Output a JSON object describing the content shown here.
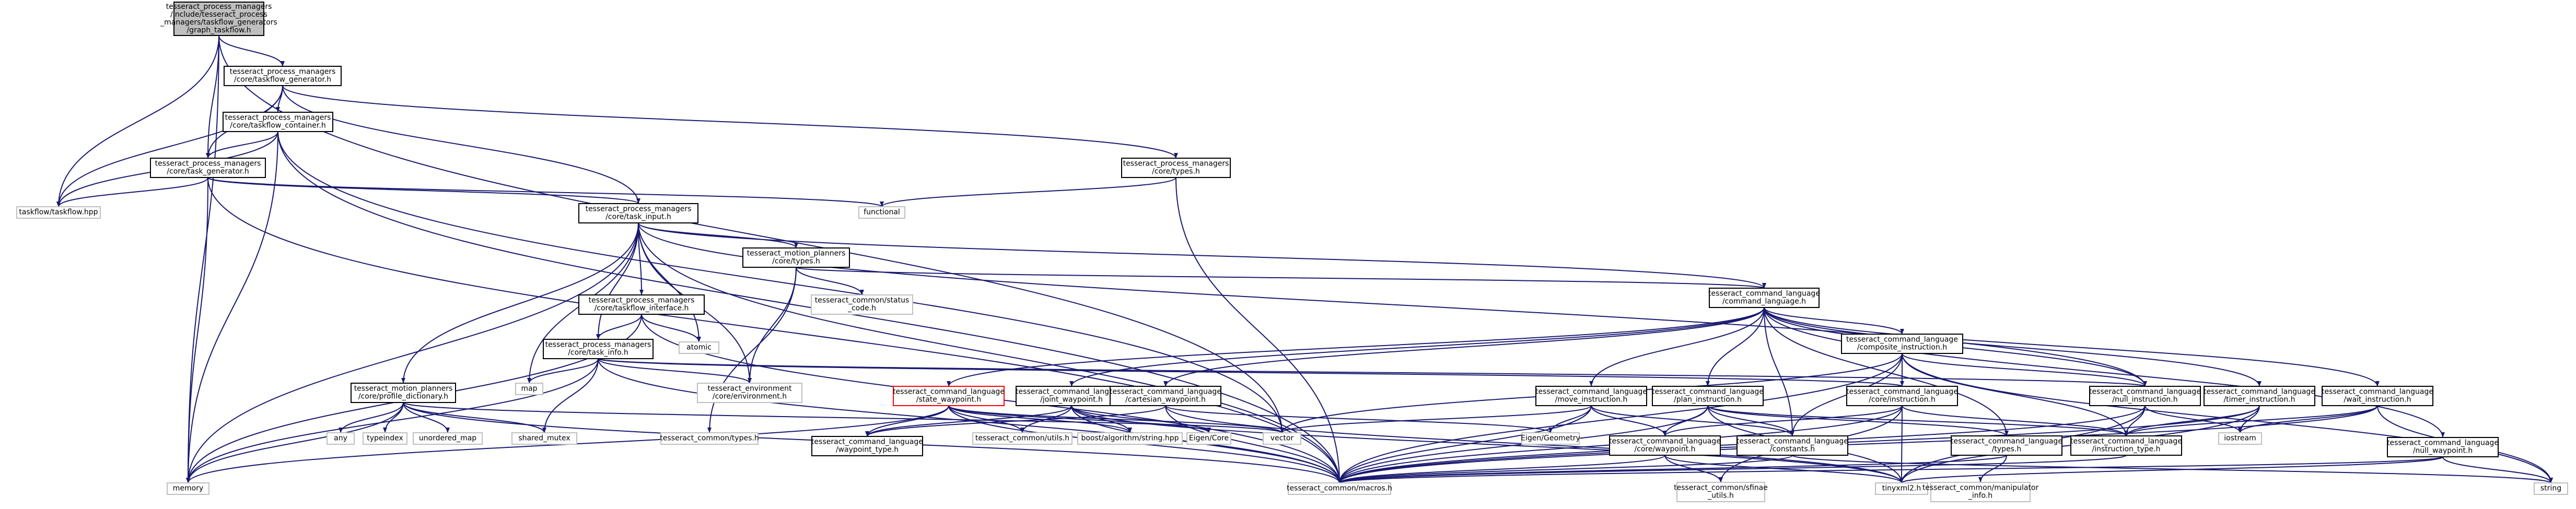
{
  "graph": {
    "title_nodes": "include dependency graph",
    "edge_color": "#191970",
    "root_fill": "#bfbfbf",
    "nodes": [
      {
        "id": "root",
        "kind": "root",
        "lines": [
          "tesseract_process_managers",
          "/include/tesseract_process",
          "_managers/taskflow_generators",
          "/graph_taskflow.h"
        ]
      },
      {
        "id": "taskflow_gen",
        "kind": "doc",
        "lines": [
          "tesseract_process_managers",
          "/core/taskflow_generator.h"
        ]
      },
      {
        "id": "taskflow_container",
        "kind": "doc",
        "lines": [
          "tesseract_process_managers",
          "/core/taskflow_container.h"
        ]
      },
      {
        "id": "task_generator",
        "kind": "doc",
        "lines": [
          "tesseract_process_managers",
          "/core/task_generator.h"
        ]
      },
      {
        "id": "taskflow_hpp",
        "kind": "ext",
        "lines": [
          "taskflow/taskflow.hpp"
        ]
      },
      {
        "id": "functional",
        "kind": "ext",
        "lines": [
          "functional"
        ]
      },
      {
        "id": "core_types",
        "kind": "doc",
        "lines": [
          "tesseract_process_managers",
          "/core/types.h"
        ]
      },
      {
        "id": "task_input",
        "kind": "doc",
        "lines": [
          "tesseract_process_managers",
          "/core/task_input.h"
        ]
      },
      {
        "id": "mp_types",
        "kind": "doc",
        "lines": [
          "tesseract_motion_planners",
          "/core/types.h"
        ]
      },
      {
        "id": "status_code",
        "kind": "ext",
        "lines": [
          "tesseract_common/status",
          "_code.h"
        ]
      },
      {
        "id": "tf_interface",
        "kind": "doc",
        "lines": [
          "tesseract_process_managers",
          "/core/taskflow_interface.h"
        ]
      },
      {
        "id": "atomic",
        "kind": "ext",
        "lines": [
          "atomic"
        ]
      },
      {
        "id": "task_info",
        "kind": "doc",
        "lines": [
          "tesseract_process_managers",
          "/core/task_info.h"
        ]
      },
      {
        "id": "map",
        "kind": "ext",
        "lines": [
          "map"
        ]
      },
      {
        "id": "env",
        "kind": "ext",
        "lines": [
          "tesseract_environment",
          "/core/environment.h"
        ]
      },
      {
        "id": "profile_dict",
        "kind": "doc",
        "lines": [
          "tesseract_motion_planners",
          "/core/profile_dictionary.h"
        ]
      },
      {
        "id": "any",
        "kind": "ext",
        "lines": [
          "any"
        ]
      },
      {
        "id": "typeindex",
        "kind": "ext",
        "lines": [
          "typeindex"
        ]
      },
      {
        "id": "unordered_map",
        "kind": "ext",
        "lines": [
          "unordered_map"
        ]
      },
      {
        "id": "shared_mutex",
        "kind": "ext",
        "lines": [
          "shared_mutex"
        ]
      },
      {
        "id": "memory",
        "kind": "ext",
        "lines": [
          "memory"
        ]
      },
      {
        "id": "common_types",
        "kind": "ext",
        "lines": [
          "tesseract_common/types.h"
        ]
      },
      {
        "id": "cmd_lang",
        "kind": "doc",
        "lines": [
          "tesseract_command_language",
          "/command_language.h"
        ]
      },
      {
        "id": "composite",
        "kind": "doc",
        "lines": [
          "tesseract_command_language",
          "/composite_instruction.h"
        ]
      },
      {
        "id": "state_wp",
        "kind": "red",
        "lines": [
          "tesseract_command_language",
          "/state_waypoint.h"
        ]
      },
      {
        "id": "joint_wp",
        "kind": "doc",
        "lines": [
          "tesseract_command_language",
          "/joint_waypoint.h"
        ]
      },
      {
        "id": "cart_wp",
        "kind": "doc",
        "lines": [
          "tesseract_command_language",
          "/cartesian_waypoint.h"
        ]
      },
      {
        "id": "move_instr",
        "kind": "doc",
        "lines": [
          "tesseract_command_language",
          "/move_instruction.h"
        ]
      },
      {
        "id": "plan_instr",
        "kind": "doc",
        "lines": [
          "tesseract_command_language",
          "/plan_instruction.h"
        ]
      },
      {
        "id": "core_instr",
        "kind": "doc",
        "lines": [
          "tesseract_command_language",
          "/core/instruction.h"
        ]
      },
      {
        "id": "null_instr",
        "kind": "doc",
        "lines": [
          "tesseract_command_language",
          "/null_instruction.h"
        ]
      },
      {
        "id": "timer_instr",
        "kind": "doc",
        "lines": [
          "tesseract_command_language",
          "/timer_instruction.h"
        ]
      },
      {
        "id": "wait_instr",
        "kind": "doc",
        "lines": [
          "tesseract_command_language",
          "/wait_instruction.h"
        ]
      },
      {
        "id": "waypoint_type",
        "kind": "doc",
        "lines": [
          "tesseract_command_language",
          "/waypoint_type.h"
        ]
      },
      {
        "id": "utils",
        "kind": "ext",
        "lines": [
          "tesseract_common/utils.h"
        ]
      },
      {
        "id": "boost_string",
        "kind": "ext",
        "lines": [
          "boost/algorithm/string.hpp"
        ]
      },
      {
        "id": "eigen_core",
        "kind": "ext",
        "lines": [
          "Eigen/Core"
        ]
      },
      {
        "id": "vector",
        "kind": "ext",
        "lines": [
          "vector"
        ]
      },
      {
        "id": "eigen_geom",
        "kind": "ext",
        "lines": [
          "Eigen/Geometry"
        ]
      },
      {
        "id": "core_waypoint",
        "kind": "doc",
        "lines": [
          "tesseract_command_language",
          "/core/waypoint.h"
        ]
      },
      {
        "id": "constants",
        "kind": "doc",
        "lines": [
          "tesseract_command_language",
          "/constants.h"
        ]
      },
      {
        "id": "cl_types",
        "kind": "doc",
        "lines": [
          "tesseract_command_language",
          "/types.h"
        ]
      },
      {
        "id": "instr_type",
        "kind": "doc",
        "lines": [
          "tesseract_command_language",
          "/instruction_type.h"
        ]
      },
      {
        "id": "iostream",
        "kind": "ext",
        "lines": [
          "iostream"
        ]
      },
      {
        "id": "null_wp",
        "kind": "doc",
        "lines": [
          "tesseract_command_language",
          "/null_waypoint.h"
        ]
      },
      {
        "id": "string",
        "kind": "ext",
        "lines": [
          "string"
        ]
      },
      {
        "id": "tinyxml2",
        "kind": "ext",
        "lines": [
          "tinyxml2.h"
        ]
      },
      {
        "id": "macros",
        "kind": "ext",
        "lines": [
          "tesseract_common/macros.h"
        ]
      },
      {
        "id": "sfinae",
        "kind": "ext",
        "lines": [
          "tesseract_common/sfinae",
          "_utils.h"
        ]
      },
      {
        "id": "manip",
        "kind": "ext",
        "lines": [
          "tesseract_common/manipulator",
          "_info.h"
        ]
      }
    ],
    "edges": [
      [
        "root",
        "taskflow_gen"
      ],
      [
        "root",
        "task_generator"
      ],
      [
        "root",
        "taskflow_hpp"
      ],
      [
        "root",
        "memory"
      ],
      [
        "root",
        "vector"
      ],
      [
        "taskflow_gen",
        "taskflow_container"
      ],
      [
        "taskflow_gen",
        "task_input"
      ],
      [
        "taskflow_gen",
        "core_types"
      ],
      [
        "taskflow_gen",
        "task_generator"
      ],
      [
        "taskflow_gen",
        "taskflow_hpp"
      ],
      [
        "taskflow_container",
        "task_generator"
      ],
      [
        "taskflow_container",
        "taskflow_hpp"
      ],
      [
        "taskflow_container",
        "vector"
      ],
      [
        "taskflow_container",
        "macros"
      ],
      [
        "taskflow_container",
        "memory"
      ],
      [
        "task_generator",
        "task_input"
      ],
      [
        "task_generator",
        "functional"
      ],
      [
        "task_generator",
        "taskflow_hpp"
      ],
      [
        "task_generator",
        "memory"
      ],
      [
        "task_generator",
        "macros"
      ],
      [
        "core_types",
        "functional"
      ],
      [
        "core_types",
        "macros"
      ],
      [
        "task_input",
        "mp_types"
      ],
      [
        "task_input",
        "tf_interface"
      ],
      [
        "task_input",
        "task_info"
      ],
      [
        "task_input",
        "profile_dict"
      ],
      [
        "task_input",
        "atomic"
      ],
      [
        "task_input",
        "map"
      ],
      [
        "task_input",
        "env"
      ],
      [
        "task_input",
        "cmd_lang"
      ],
      [
        "task_input",
        "memory"
      ],
      [
        "task_input",
        "macros"
      ],
      [
        "task_input",
        "null_instr"
      ],
      [
        "mp_types",
        "status_code"
      ],
      [
        "mp_types",
        "env"
      ],
      [
        "mp_types",
        "common_types"
      ],
      [
        "mp_types",
        "cmd_lang"
      ],
      [
        "tf_interface",
        "atomic"
      ],
      [
        "tf_interface",
        "task_info"
      ],
      [
        "tf_interface",
        "memory"
      ],
      [
        "tf_interface",
        "macros"
      ],
      [
        "task_info",
        "env"
      ],
      [
        "task_info",
        "map"
      ],
      [
        "task_info",
        "shared_mutex"
      ],
      [
        "task_info",
        "memory"
      ],
      [
        "task_info",
        "macros"
      ],
      [
        "task_info",
        "core_instr"
      ],
      [
        "task_info",
        "null_instr"
      ],
      [
        "profile_dict",
        "any"
      ],
      [
        "profile_dict",
        "typeindex"
      ],
      [
        "profile_dict",
        "unordered_map"
      ],
      [
        "profile_dict",
        "shared_mutex"
      ],
      [
        "profile_dict",
        "memory"
      ],
      [
        "profile_dict",
        "macros"
      ],
      [
        "profile_dict",
        "vector"
      ],
      [
        "cmd_lang",
        "composite"
      ],
      [
        "cmd_lang",
        "state_wp"
      ],
      [
        "cmd_lang",
        "joint_wp"
      ],
      [
        "cmd_lang",
        "cart_wp"
      ],
      [
        "cmd_lang",
        "move_instr"
      ],
      [
        "cmd_lang",
        "plan_instr"
      ],
      [
        "cmd_lang",
        "null_instr"
      ],
      [
        "cmd_lang",
        "timer_instr"
      ],
      [
        "cmd_lang",
        "wait_instr"
      ],
      [
        "cmd_lang",
        "null_wp"
      ],
      [
        "cmd_lang",
        "cl_types"
      ],
      [
        "cmd_lang",
        "constants"
      ],
      [
        "composite",
        "core_instr"
      ],
      [
        "composite",
        "null_instr"
      ],
      [
        "composite",
        "vector"
      ],
      [
        "composite",
        "constants"
      ],
      [
        "composite",
        "instr_type"
      ],
      [
        "composite",
        "macros"
      ],
      [
        "composite",
        "string"
      ],
      [
        "state_wp",
        "waypoint_type"
      ],
      [
        "state_wp",
        "utils"
      ],
      [
        "state_wp",
        "boost_string"
      ],
      [
        "state_wp",
        "eigen_core"
      ],
      [
        "state_wp",
        "vector"
      ],
      [
        "state_wp",
        "macros"
      ],
      [
        "state_wp",
        "memory"
      ],
      [
        "joint_wp",
        "waypoint_type"
      ],
      [
        "joint_wp",
        "utils"
      ],
      [
        "joint_wp",
        "boost_string"
      ],
      [
        "joint_wp",
        "eigen_core"
      ],
      [
        "joint_wp",
        "macros"
      ],
      [
        "joint_wp",
        "tinyxml2"
      ],
      [
        "cart_wp",
        "waypoint_type"
      ],
      [
        "cart_wp",
        "eigen_geom"
      ],
      [
        "cart_wp",
        "macros"
      ],
      [
        "cart_wp",
        "tinyxml2"
      ],
      [
        "move_instr",
        "eigen_geom"
      ],
      [
        "move_instr",
        "core_waypoint"
      ],
      [
        "move_instr",
        "constants"
      ],
      [
        "move_instr",
        "macros"
      ],
      [
        "move_instr",
        "vector"
      ],
      [
        "plan_instr",
        "core_waypoint"
      ],
      [
        "plan_instr",
        "constants"
      ],
      [
        "plan_instr",
        "cl_types"
      ],
      [
        "plan_instr",
        "instr_type"
      ],
      [
        "plan_instr",
        "macros"
      ],
      [
        "plan_instr",
        "tinyxml2"
      ],
      [
        "core_instr",
        "core_waypoint"
      ],
      [
        "core_instr",
        "instr_type"
      ],
      [
        "core_instr",
        "macros"
      ],
      [
        "core_instr",
        "tinyxml2"
      ],
      [
        "core_instr",
        "sfinae"
      ],
      [
        "null_instr",
        "instr_type"
      ],
      [
        "null_instr",
        "iostream"
      ],
      [
        "null_instr",
        "macros"
      ],
      [
        "null_instr",
        "tinyxml2"
      ],
      [
        "timer_instr",
        "instr_type"
      ],
      [
        "timer_instr",
        "iostream"
      ],
      [
        "timer_instr",
        "macros"
      ],
      [
        "timer_instr",
        "tinyxml2"
      ],
      [
        "wait_instr",
        "instr_type"
      ],
      [
        "wait_instr",
        "iostream"
      ],
      [
        "wait_instr",
        "macros"
      ],
      [
        "wait_instr",
        "string"
      ],
      [
        "null_wp",
        "macros"
      ],
      [
        "null_wp",
        "string"
      ],
      [
        "null_wp",
        "tinyxml2"
      ],
      [
        "core_waypoint",
        "macros"
      ],
      [
        "core_waypoint",
        "sfinae"
      ],
      [
        "core_waypoint",
        "tinyxml2"
      ],
      [
        "constants",
        "macros"
      ],
      [
        "constants",
        "string"
      ],
      [
        "cl_types",
        "manip"
      ],
      [
        "cl_types",
        "macros"
      ],
      [
        "instr_type",
        "macros"
      ]
    ]
  }
}
